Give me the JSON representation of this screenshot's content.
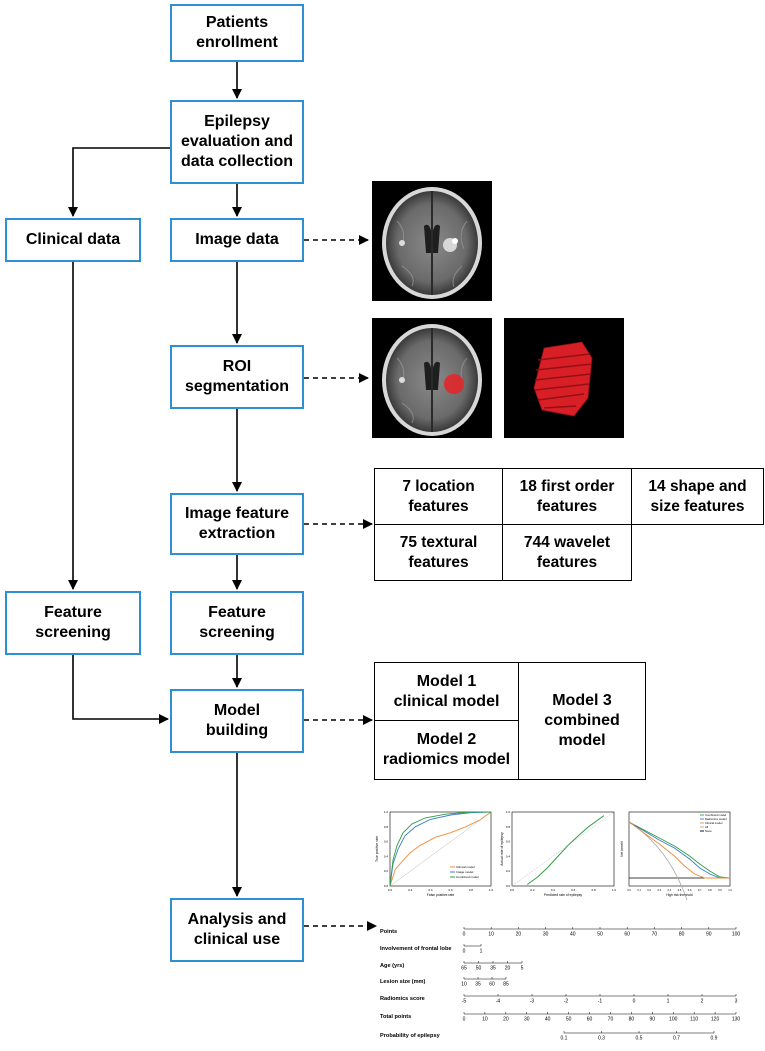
{
  "flow": {
    "patients": "Patients\nenrollment",
    "epilepsy_eval": "Epilepsy\nevaluation and\ndata collection",
    "clinical_data": "Clinical data",
    "image_data": "Image data",
    "roi": "ROI\nsegmentation",
    "feature_extraction": "Image feature\nextraction",
    "feature_screening_left": "Feature\nscreening",
    "feature_screening_right": "Feature\nscreening",
    "model_building": "Model\nbuilding",
    "analysis": "Analysis and\nclinical use"
  },
  "features": [
    "7 location\nfeatures",
    "18 first order\nfeatures",
    "14 shape and\nsize features",
    "75 textural\nfeatures",
    "744 wavelet\nfeatures"
  ],
  "models": {
    "m1": "Model 1\nclinical model",
    "m2": "Model 2\nradiomics model",
    "m3": "Model 3\ncombined\nmodel"
  },
  "colors": {
    "box_border": "#2f8fd3",
    "roi_mask": "#e0282e",
    "clinical": "#f08c3a",
    "image": "#3a7fc4",
    "combined": "#2f9e44"
  },
  "plots": {
    "roc": {
      "ylabel": "True positive rate",
      "xlabel": "False positive rate",
      "xticks": [
        "0.0",
        "0.2",
        "0.4",
        "0.6",
        "0.8",
        "1.0"
      ],
      "yticks": [
        "0.0",
        "0.2",
        "0.4",
        "0.6",
        "0.8",
        "1.0"
      ],
      "legend": [
        "Clinical model",
        "Image model",
        "Combined model"
      ]
    },
    "calibration": {
      "ylabel": "Actual rate of epilepsy",
      "xlabel": "Predicted rate of epilepsy",
      "xticks": [
        "0.0",
        "0.2",
        "0.4",
        "0.6",
        "0.8",
        "1.0"
      ],
      "yticks": [
        "0.0",
        "0.2",
        "0.4",
        "0.6",
        "0.8",
        "1.0"
      ]
    },
    "dca": {
      "ylabel": "Net benefit",
      "xlabel": "High risk threshold",
      "xticks": [
        "0.0",
        "0.1",
        "0.2",
        "0.3",
        "0.4",
        "0.5",
        "0.6",
        "0.7",
        "0.8",
        "0.9",
        "1.0"
      ],
      "legend": [
        "Combined model",
        "Radiomics model",
        "Clinical model",
        "All",
        "None"
      ]
    }
  },
  "nomogram": {
    "rows": [
      {
        "label": "Points",
        "ticks": [
          "0",
          "10",
          "20",
          "30",
          "40",
          "50",
          "60",
          "70",
          "80",
          "90",
          "100"
        ]
      },
      {
        "label": "Involvement of frontal lobe",
        "ticks": [
          "0",
          "1"
        ]
      },
      {
        "label": "Age (yrs)",
        "ticks": [
          "65",
          "50",
          "35",
          "20",
          "5"
        ]
      },
      {
        "label": "Lesion size (mm)",
        "ticks": [
          "10",
          "35",
          "60",
          "85"
        ]
      },
      {
        "label": "Radiomics score",
        "ticks": [
          "-5",
          "-4",
          "-3",
          "-2",
          "-1",
          "0",
          "1",
          "2",
          "3"
        ]
      },
      {
        "label": "Total points",
        "ticks": [
          "0",
          "10",
          "20",
          "30",
          "40",
          "50",
          "60",
          "70",
          "80",
          "90",
          "100",
          "110",
          "120",
          "130"
        ]
      },
      {
        "label": "Probability of epilepsy",
        "ticks": [
          "0.1",
          "0.3",
          "0.5",
          "0.7",
          "0.9"
        ]
      }
    ]
  }
}
